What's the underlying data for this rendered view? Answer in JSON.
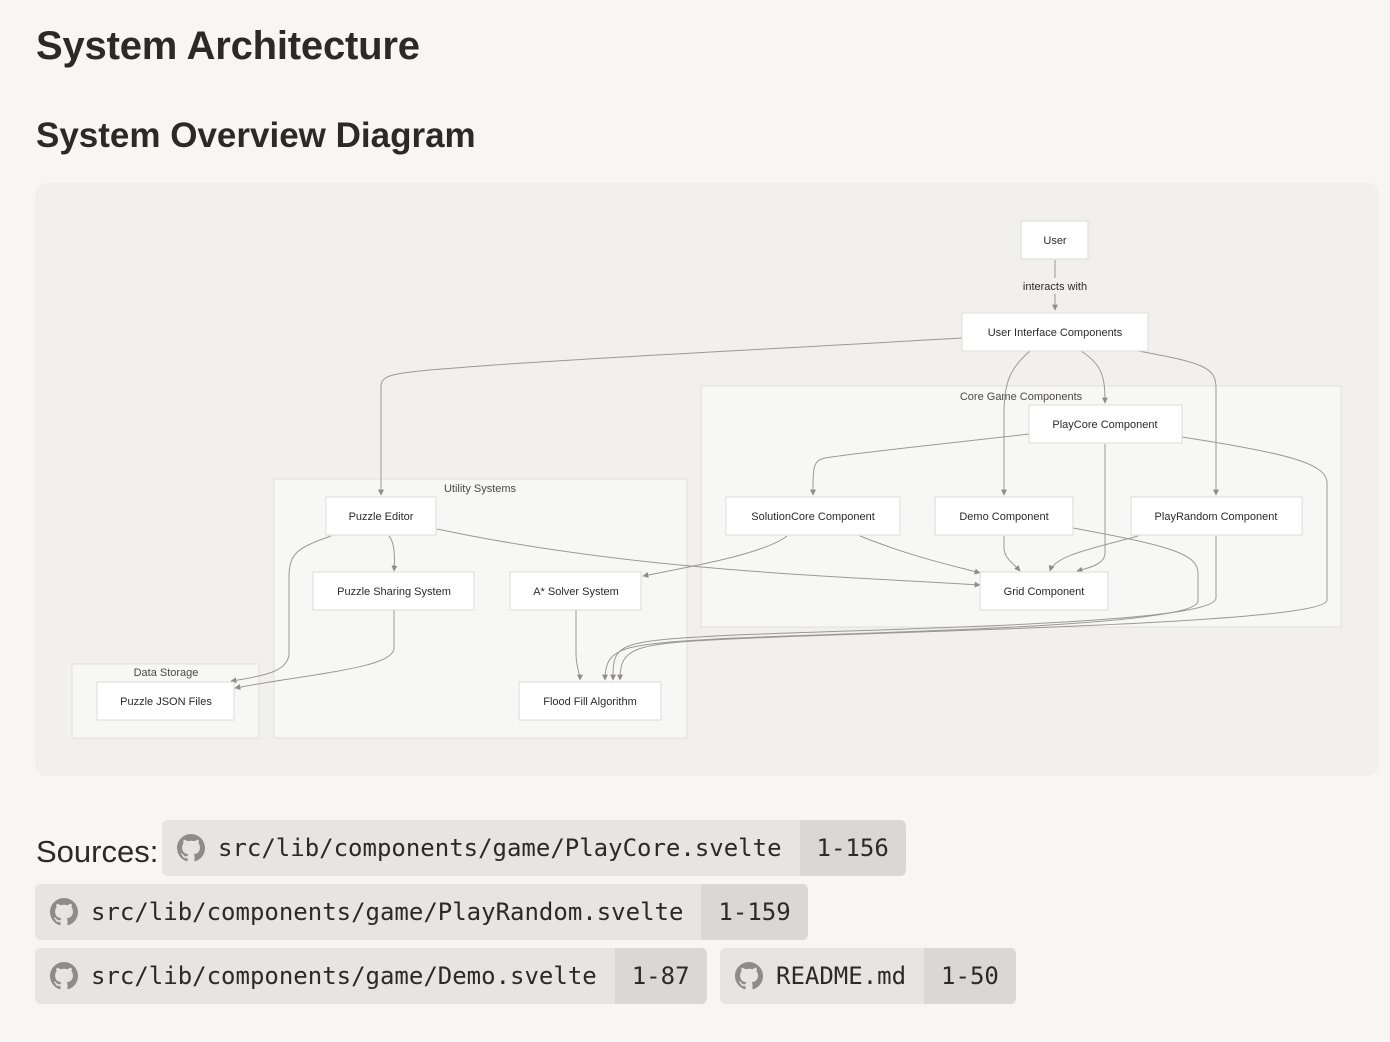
{
  "page": {
    "title": "System Architecture",
    "section_title": "System Overview Diagram"
  },
  "diagram": {
    "nodes": {
      "user": "User",
      "ui": "User Interface Components",
      "playcore": "PlayCore Component",
      "solutioncore": "SolutionCore Component",
      "demo": "Demo Component",
      "playrandom": "PlayRandom Component",
      "grid": "Grid Component",
      "editor": "Puzzle Editor",
      "sharing": "Puzzle Sharing System",
      "solver": "A* Solver System",
      "floodfill": "Flood Fill Algorithm",
      "json": "Puzzle JSON Files"
    },
    "subgraphs": {
      "core": "Core Game Components",
      "utility": "Utility Systems",
      "storage": "Data Storage"
    },
    "edge_labels": {
      "user_ui": "interacts with"
    }
  },
  "sources": {
    "label": "Sources:",
    "items": [
      {
        "path": "src/lib/components/game/PlayCore.svelte",
        "range": "1-156"
      },
      {
        "path": "src/lib/components/game/PlayRandom.svelte",
        "range": "1-159"
      },
      {
        "path": "src/lib/components/game/Demo.svelte",
        "range": "1-87"
      },
      {
        "path": "README.md",
        "range": "1-50"
      }
    ]
  },
  "icons": {
    "source_chip": "github-icon"
  },
  "colors": {
    "background": "#f7f6f4",
    "diagram_background": "#f1f0ee",
    "chip_background": "#e6e5e2",
    "chip_range_background": "#d9d8d5",
    "edge": "#9a9996"
  }
}
